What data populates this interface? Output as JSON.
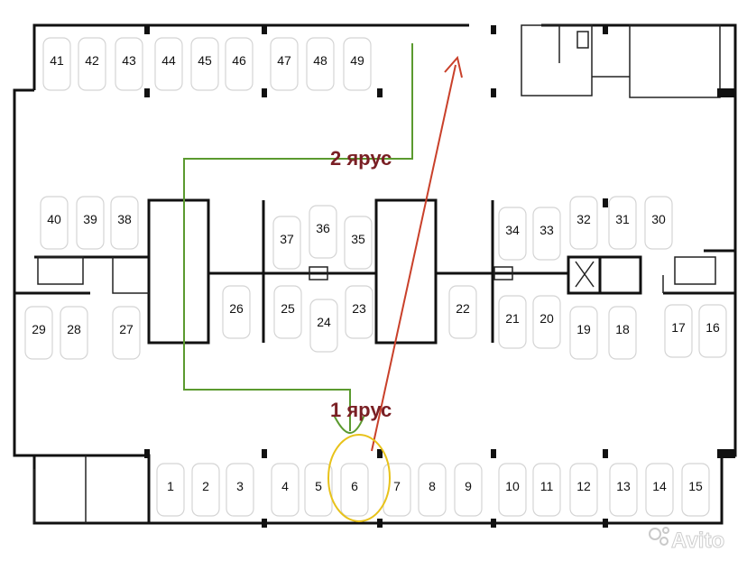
{
  "labels": {
    "tier2": "2 ярус",
    "tier1": "1 ярус",
    "watermark": "Avito"
  },
  "spots": {
    "top": [
      "41",
      "42",
      "43",
      "44",
      "45",
      "46",
      "47",
      "48",
      "49"
    ],
    "mid_upper_left": [
      "40",
      "39",
      "38"
    ],
    "mid_upper_center": [
      "37",
      "36",
      "35"
    ],
    "mid_upper_right": [
      "34",
      "33",
      "32",
      "31",
      "30"
    ],
    "mid_lower_left": [
      "29",
      "28",
      "27"
    ],
    "mid_lower_center": [
      "26",
      "25",
      "24",
      "23"
    ],
    "mid_lower_right": [
      "22",
      "21",
      "20",
      "19",
      "18",
      "17",
      "16"
    ],
    "bottom": [
      "1",
      "2",
      "3",
      "4",
      "5",
      "6",
      "7",
      "8",
      "9",
      "10",
      "11",
      "12",
      "13",
      "14",
      "15"
    ]
  },
  "highlighted_spot": "6",
  "colors": {
    "route_green": "#5b9a2f",
    "arrow_red": "#c9402a",
    "highlight_yellow": "#e8c21a",
    "label_maroon": "#7a1f24",
    "wall": "#111111"
  },
  "icons": [
    "car-outline-icon",
    "stairs-icon",
    "elevator-icon",
    "avito-logo-icon"
  ]
}
